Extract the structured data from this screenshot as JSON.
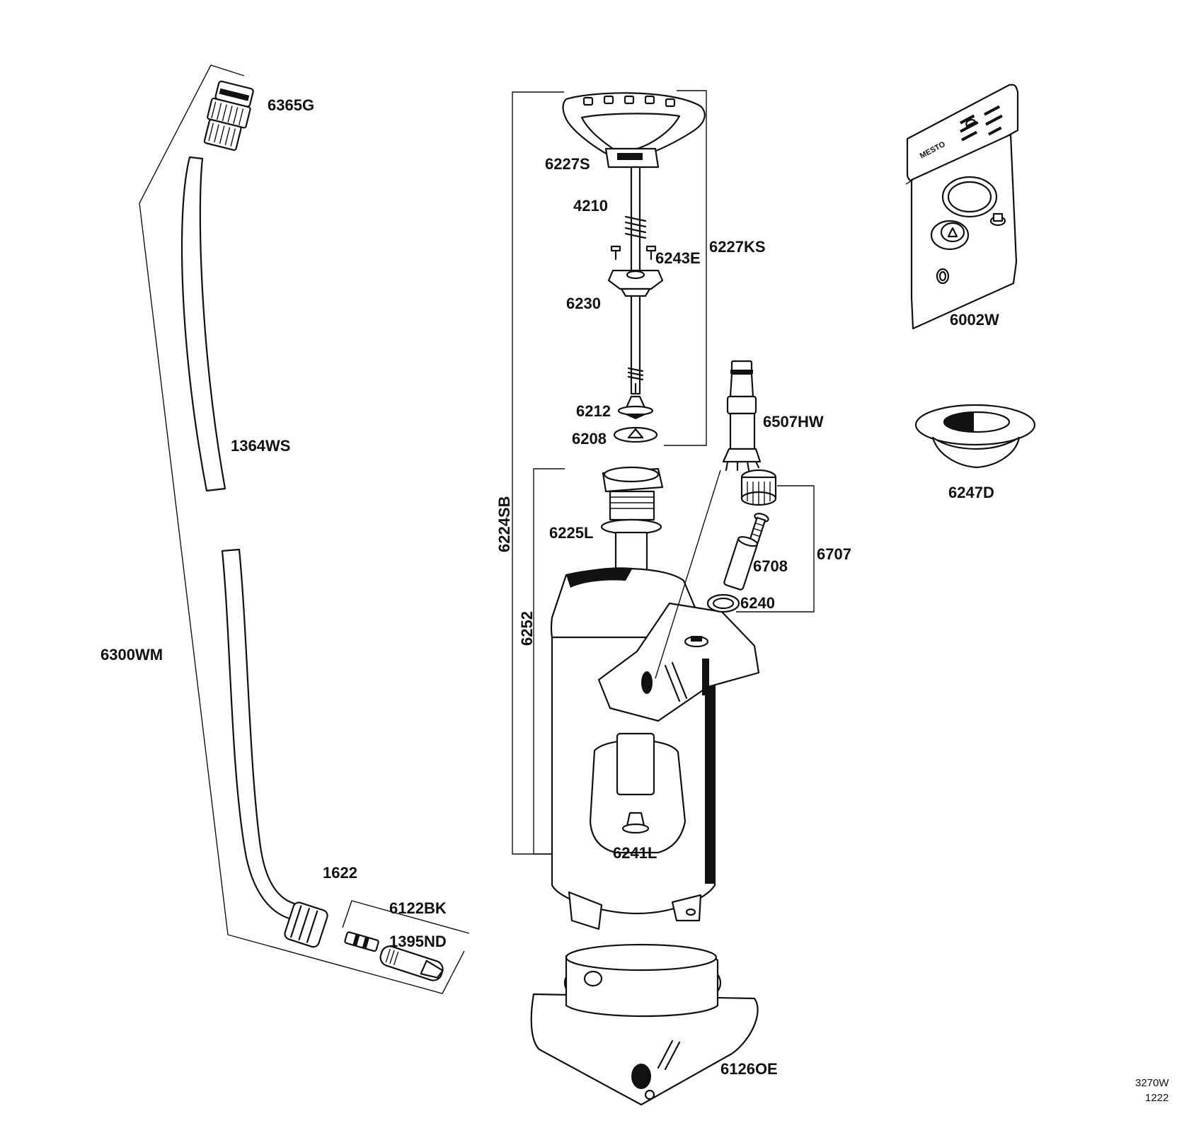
{
  "parts": {
    "p6365G": "6365G",
    "p1364WS": "1364WS",
    "p6300WM": "6300WM",
    "p1622": "1622",
    "p6122BK": "6122BK",
    "p1395ND": "1395ND",
    "p6227S": "6227S",
    "p4210": "4210",
    "p6243E": "6243E",
    "p6227KS": "6227KS",
    "p6230": "6230",
    "p6212": "6212",
    "p6208": "6208",
    "p6224SB": "6224SB",
    "p6225L": "6225L",
    "p6252": "6252",
    "p6507HW": "6507HW",
    "p6708": "6708",
    "p6707": "6707",
    "p6240": "6240",
    "p6241L": "6241L",
    "p6126OE": "6126OE",
    "p6002W": "6002W",
    "p6247D": "6247D"
  },
  "brand": "MESTO",
  "footer": {
    "drawing_number": "3270W",
    "revision": "1222"
  }
}
